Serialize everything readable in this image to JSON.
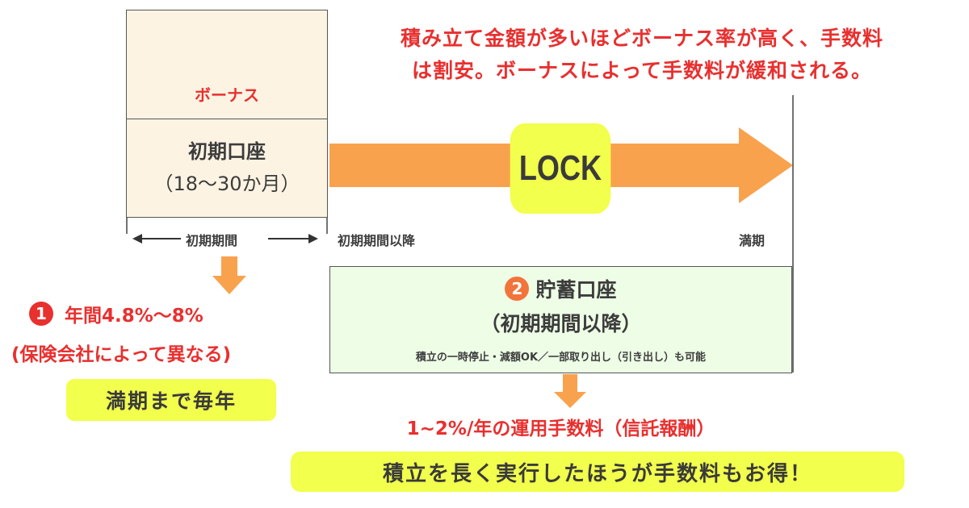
{
  "headline": {
    "line1": "積み立て金額が多いほどボーナス率が高く、手数料",
    "line2": "は割安。ボーナスによって手数料が緩和される。"
  },
  "initial_account": {
    "bonus_label": "ボーナス",
    "title": "初期口座",
    "subtitle": "（18〜30か月）"
  },
  "lock_label": "LOCK",
  "timeline": {
    "initial_period": "初期期間",
    "after_period": "初期期間以降",
    "maturity": "満期"
  },
  "bonus_rate": {
    "number": "1",
    "rate": "年間4.8%〜8%",
    "note": "(保険会社によって異なる)",
    "until": "満期まで毎年"
  },
  "savings_account": {
    "number": "2",
    "title": "貯蓄口座",
    "subtitle": "（初期期間以降）",
    "note": "積立の一時停止・減額OK／一部取り出し（引き出し）も可能"
  },
  "fees": {
    "line": "1~2%/年の運用手数料（信託報酬）",
    "conclusion": "積立を長く実行したほうが手数料もお得！"
  },
  "colors": {
    "red": "#e8302f",
    "orange_arrow": "#f9a24e",
    "yellow_badge": "#f2ff4c",
    "cream_box": "#fdf3e3",
    "green_box": "#eefde6"
  }
}
